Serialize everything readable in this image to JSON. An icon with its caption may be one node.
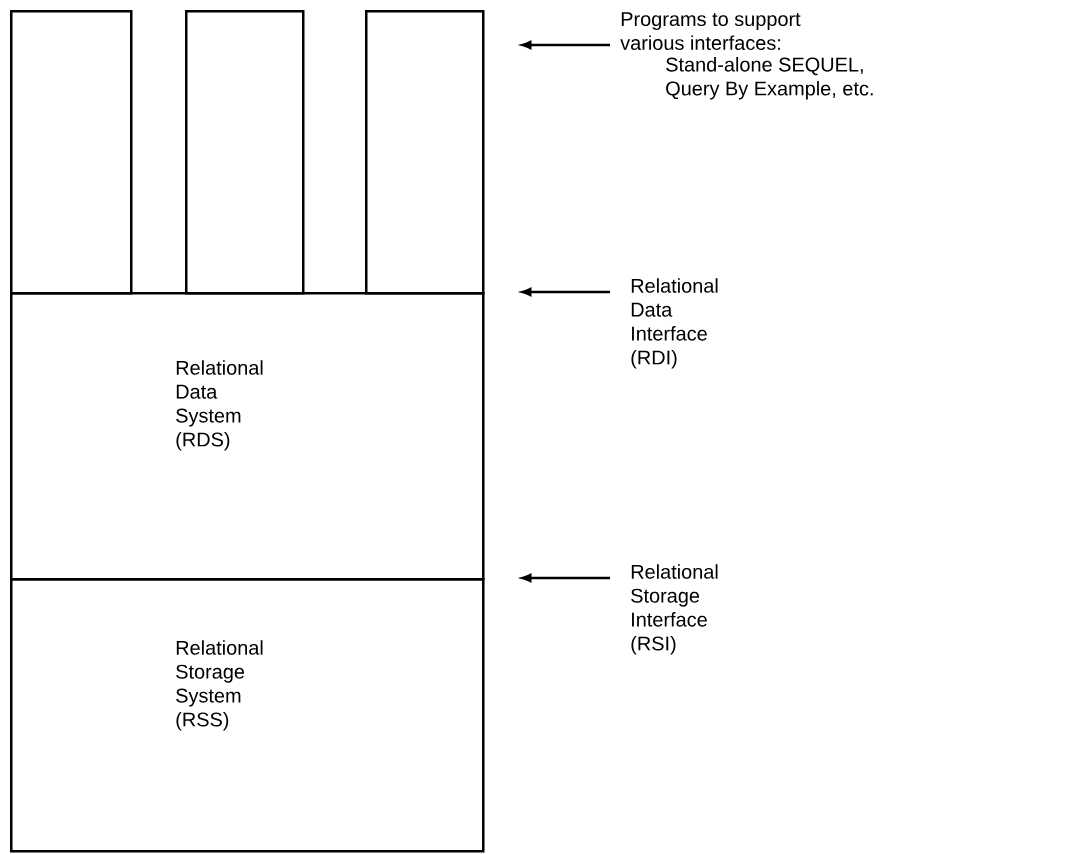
{
  "diagram": {
    "nodes": [
      {
        "text": [],
        "shape": "box"
      },
      {
        "text": [],
        "shape": "box"
      },
      {
        "text": [],
        "shape": "box"
      },
      {
        "text": [
          "Relational Data System (RDS)"
        ]
      },
      {
        "text": [
          "Relational Storage System (RSS)"
        ]
      },
      {
        "text": [
          "Programs to support various interfaces:",
          "Stand-alone SEQUEL, Query By Example, etc."
        ]
      },
      {
        "text": [
          "Relational Data Interface (RDI)"
        ]
      },
      {
        "text": [
          "Relational Storage Interface (RSI)"
        ]
      }
    ],
    "edges": [
      {
        "from": 5,
        "to": 2,
        "arrow": "to"
      },
      {
        "from": 6,
        "to": 3,
        "arrow": "to"
      },
      {
        "from": 7,
        "to": 4,
        "arrow": "to"
      }
    ]
  }
}
